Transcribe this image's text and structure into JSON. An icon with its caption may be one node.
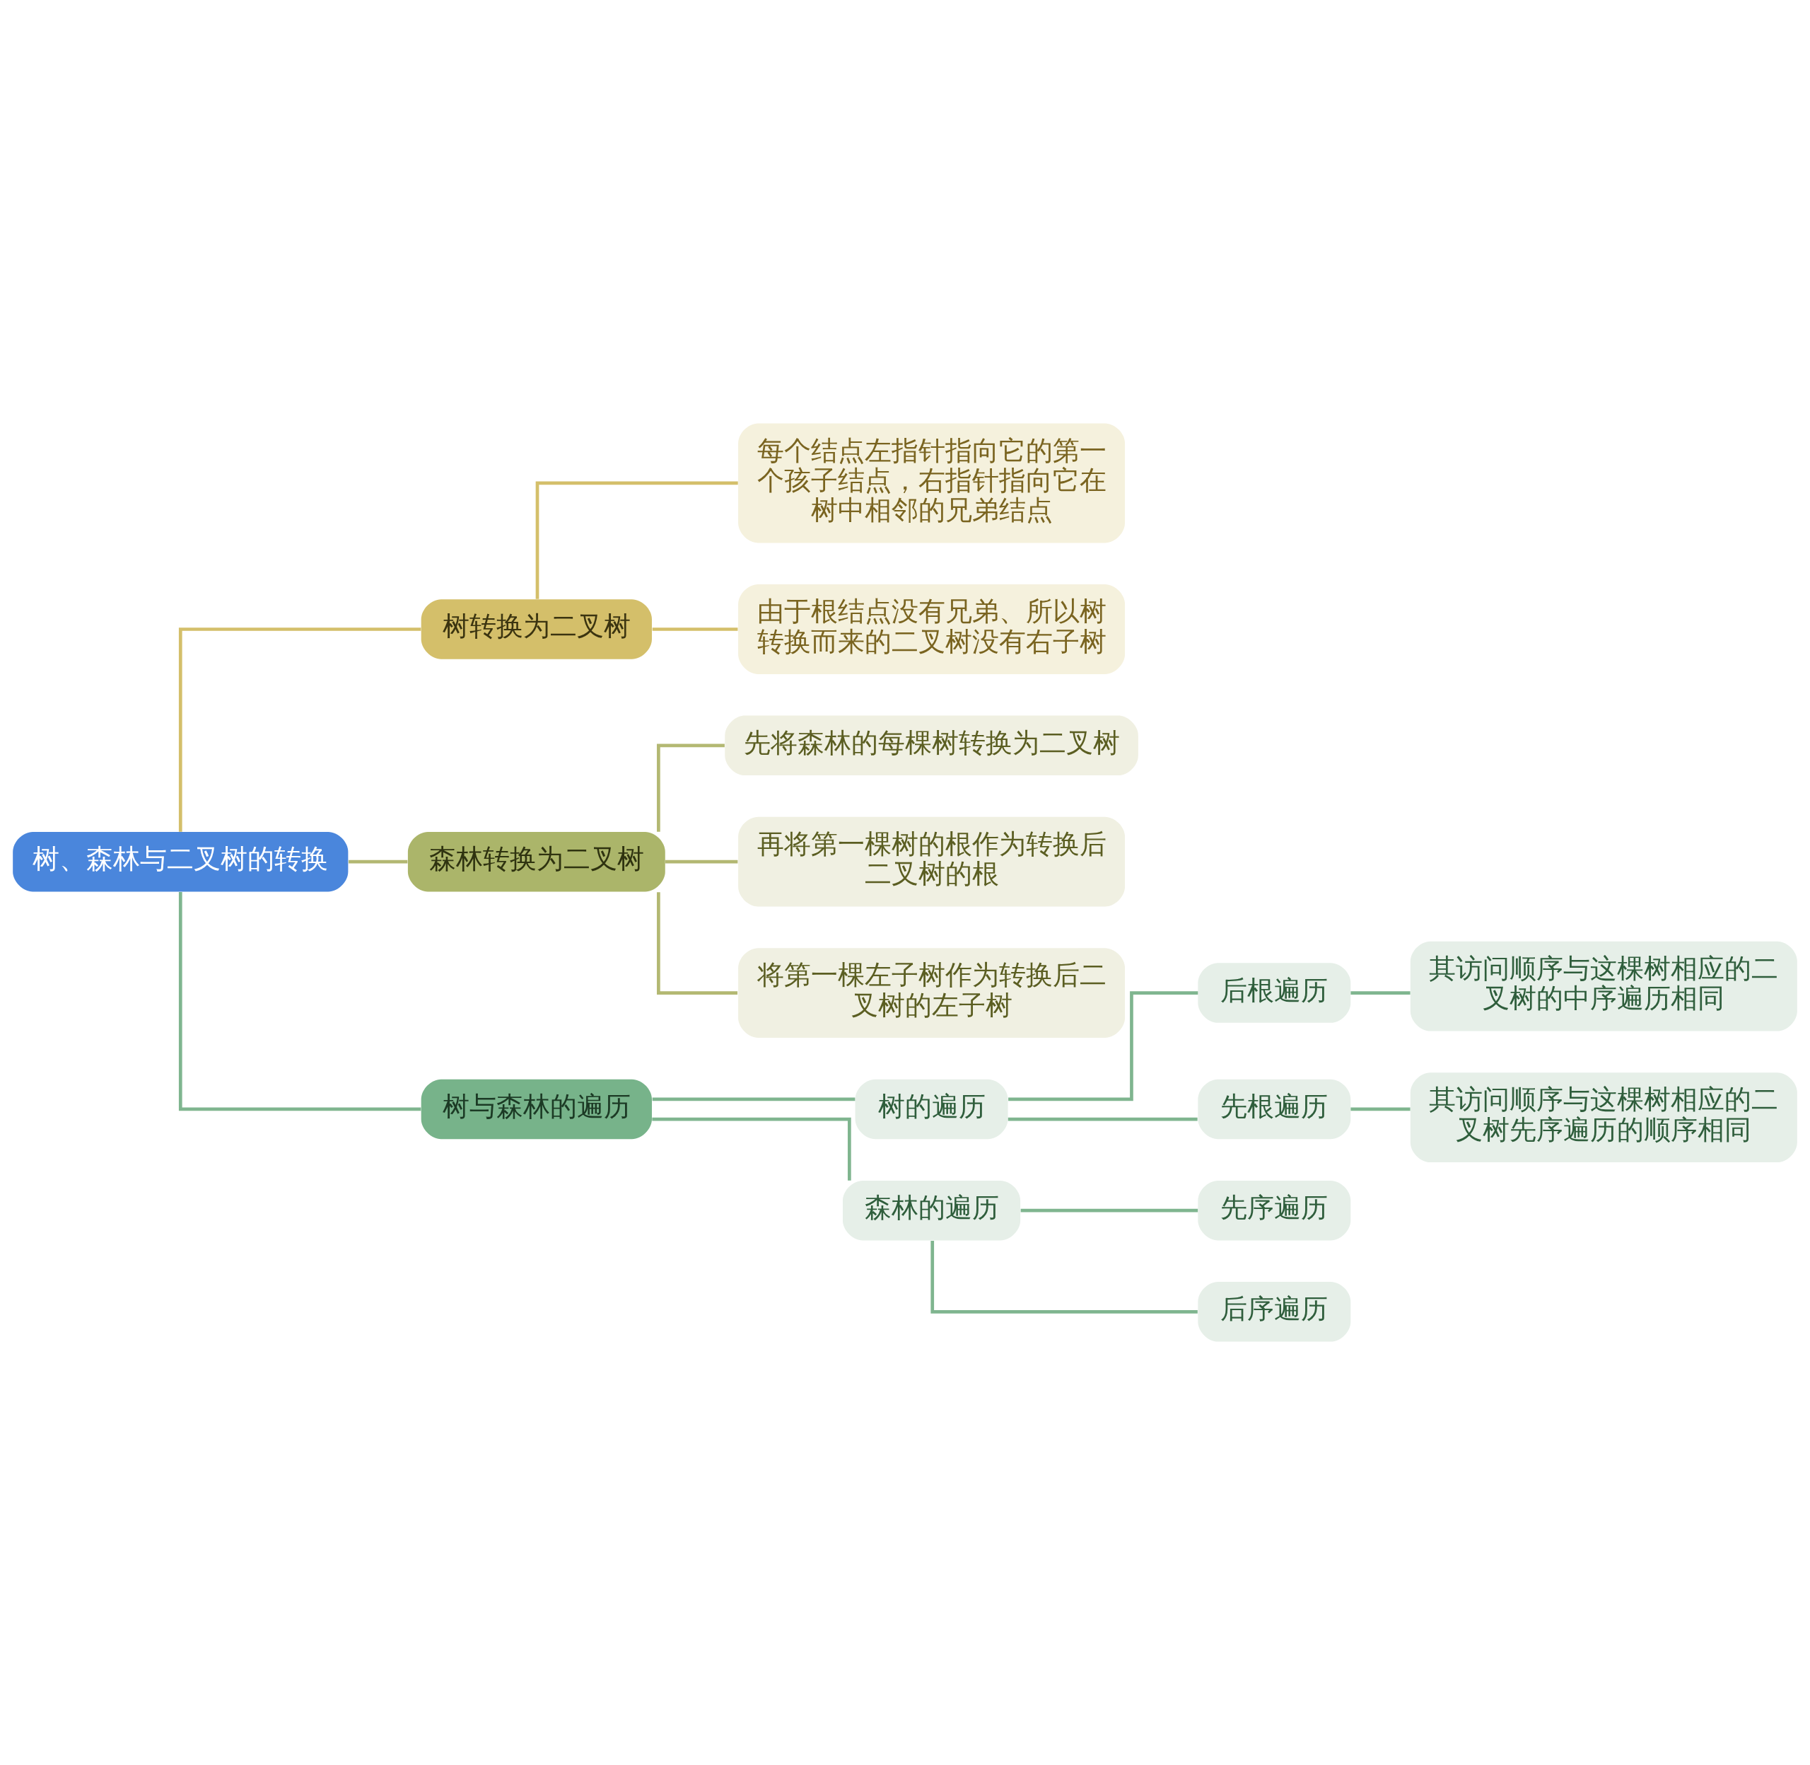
{
  "diagram": {
    "nodes": [
      {
        "text": [
          "树、森林与二叉树的转换"
        ]
      },
      {
        "text": [
          "树转换为二叉树"
        ]
      },
      {
        "text": [
          "每个结点左指针指向它的第一个孩子结点，右指针指向它在树中相邻的兄弟结点"
        ]
      },
      {
        "text": [
          "由于根结点没有兄弟、所以树转换而来的二叉树没有右子树"
        ]
      },
      {
        "text": [
          "森林转换为二叉树"
        ]
      },
      {
        "text": [
          "先将森林的每棵树转换为二叉树"
        ]
      },
      {
        "text": [
          "再将第一棵树的根作为转换后二叉树的根"
        ]
      },
      {
        "text": [
          "将第一棵左子树作为转换后二叉树的左子树"
        ]
      },
      {
        "text": [
          "树与森林的遍历"
        ]
      },
      {
        "text": [
          "树的遍历"
        ]
      },
      {
        "text": [
          "后根遍历"
        ]
      },
      {
        "text": [
          "其访问顺序与这棵树相应的二叉树的中序遍历相同"
        ]
      },
      {
        "text": [
          "先根遍历"
        ]
      },
      {
        "text": [
          "其访问顺序与这棵树相应的二叉树先序遍历的顺序相同"
        ]
      },
      {
        "text": [
          "森林的遍历"
        ]
      },
      {
        "text": [
          "先序遍历"
        ]
      },
      {
        "text": [
          "后序遍历"
        ]
      }
    ],
    "edges": [
      {
        "from": 0,
        "to": 1,
        "arrow": "none",
        "color": "#d4bf6a"
      },
      {
        "from": 1,
        "to": 2,
        "arrow": "none",
        "color": "#d4bf6a"
      },
      {
        "from": 1,
        "to": 3,
        "arrow": "none",
        "color": "#d4bf6a"
      },
      {
        "from": 0,
        "to": 4,
        "arrow": "none",
        "color": "#b3b872"
      },
      {
        "from": 4,
        "to": 5,
        "arrow": "none",
        "color": "#b3b872"
      },
      {
        "from": 4,
        "to": 6,
        "arrow": "none",
        "color": "#b3b872"
      },
      {
        "from": 4,
        "to": 7,
        "arrow": "none",
        "color": "#b3b872"
      },
      {
        "from": 0,
        "to": 8,
        "arrow": "none"
      },
      {
        "from": 8,
        "to": 9,
        "arrow": "none"
      },
      {
        "from": 9,
        "to": 10,
        "arrow": "none"
      },
      {
        "from": 10,
        "to": 11,
        "arrow": "none"
      },
      {
        "from": 9,
        "to": 12,
        "arrow": "none"
      },
      {
        "from": 12,
        "to": 13,
        "arrow": "none"
      },
      {
        "from": 8,
        "to": 14,
        "arrow": "none"
      },
      {
        "from": 14,
        "to": 15,
        "arrow": "none"
      },
      {
        "from": 14,
        "to": 16,
        "arrow": "none"
      }
    ]
  }
}
